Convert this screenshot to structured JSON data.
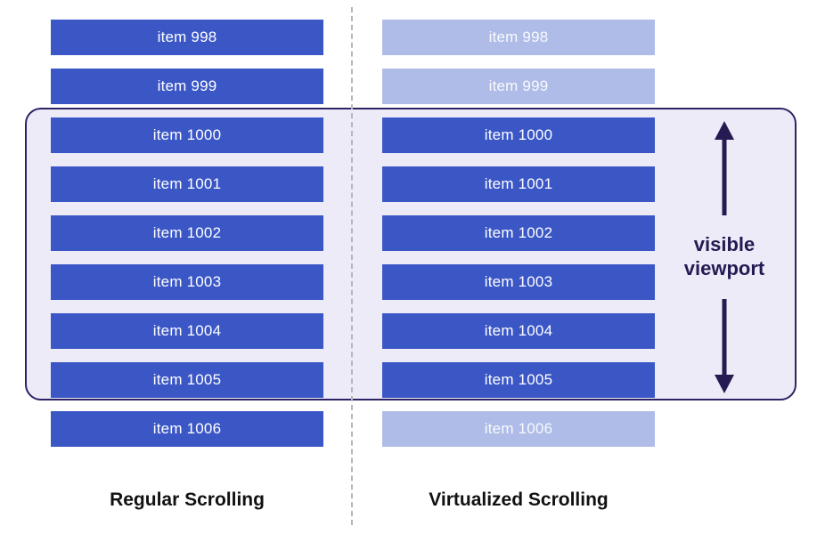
{
  "labels": {
    "left_column": "Regular Scrolling",
    "right_column": "Virtualized Scrolling",
    "viewport_line1": "visible",
    "viewport_line2": "viewport"
  },
  "items": [
    {
      "label": "item 998",
      "left_state": "solid",
      "right_state": "faded"
    },
    {
      "label": "item 999",
      "left_state": "solid",
      "right_state": "faded"
    },
    {
      "label": "item 1000",
      "left_state": "solid",
      "right_state": "solid"
    },
    {
      "label": "item 1001",
      "left_state": "solid",
      "right_state": "solid"
    },
    {
      "label": "item 1002",
      "left_state": "solid",
      "right_state": "solid"
    },
    {
      "label": "item 1003",
      "left_state": "solid",
      "right_state": "solid"
    },
    {
      "label": "item 1004",
      "left_state": "solid",
      "right_state": "solid"
    },
    {
      "label": "item 1005",
      "left_state": "solid",
      "right_state": "solid"
    },
    {
      "label": "item 1006",
      "left_state": "solid",
      "right_state": "faded"
    }
  ],
  "colors": {
    "item_solid": "#3b57c6",
    "item_faded": "#aebce7",
    "viewport_fill": "#edebf8",
    "viewport_border": "#2e2266",
    "arrow": "#251a51",
    "divider": "#b6b6be",
    "column_label": "#111111"
  }
}
